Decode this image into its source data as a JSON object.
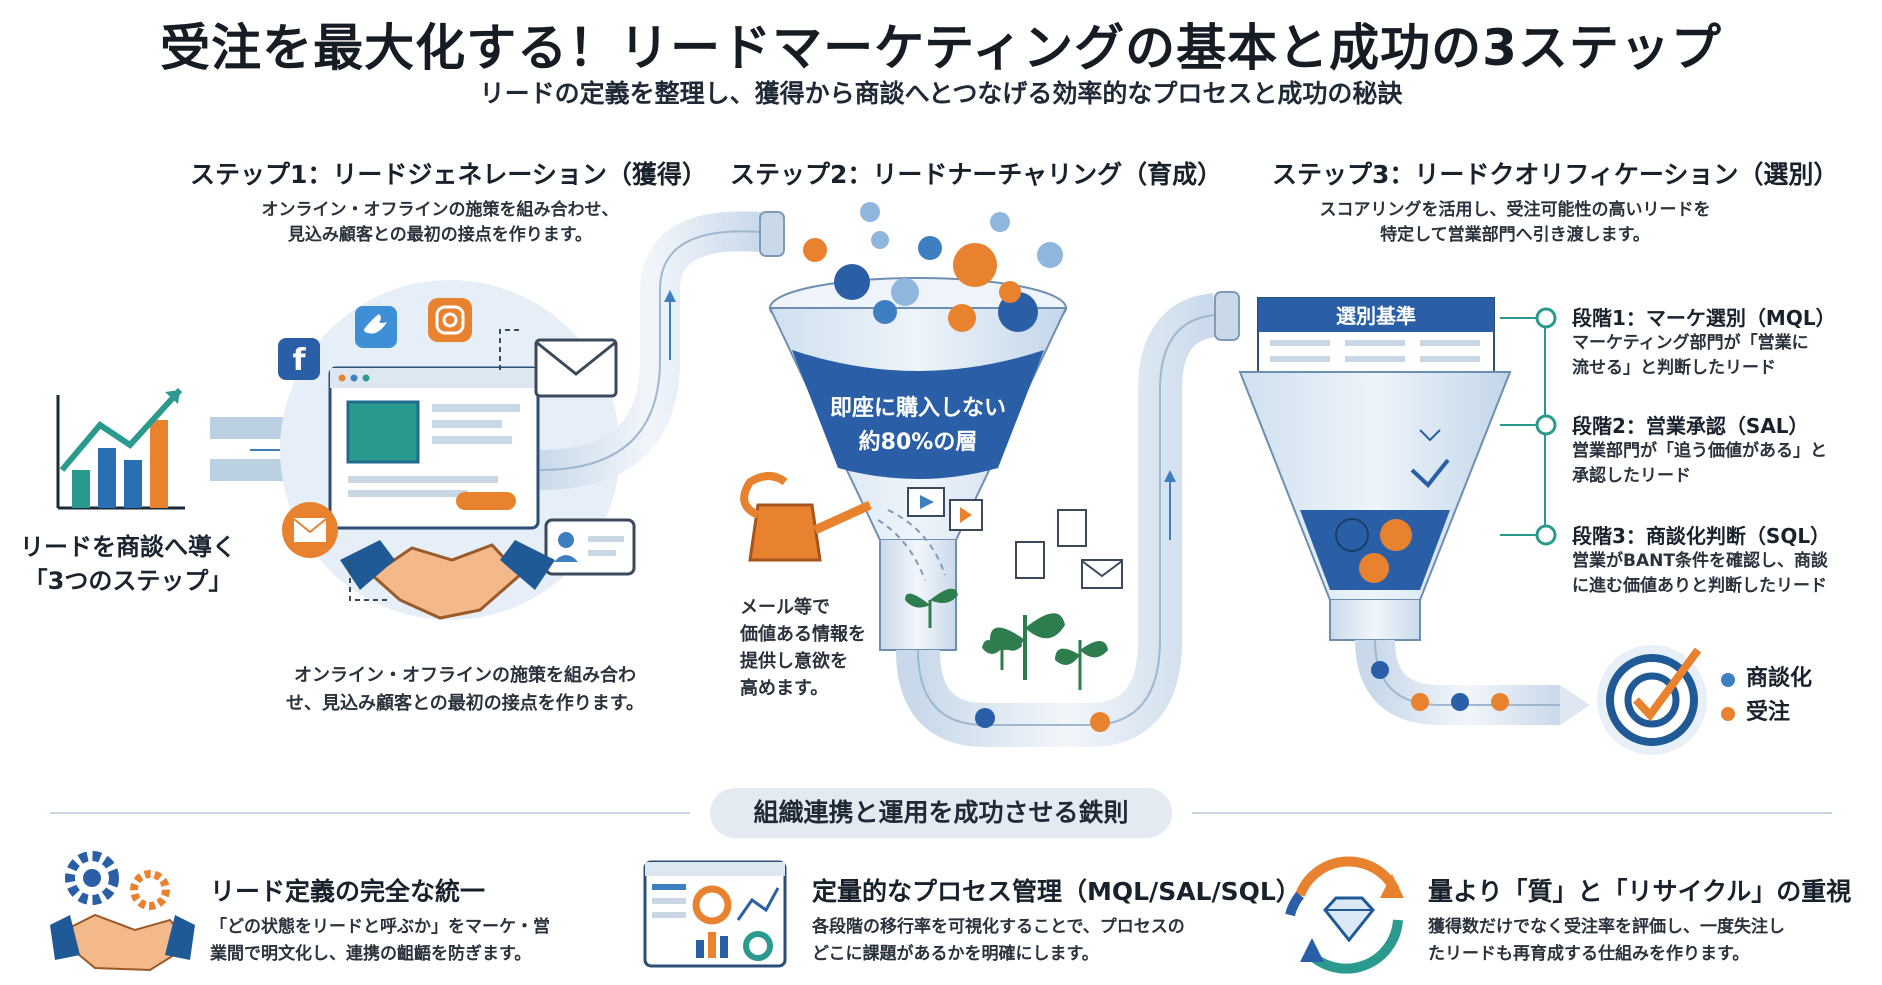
{
  "header": {
    "title": "受注を最大化する！リードマーケティングの基本と成功の3ステップ",
    "subtitle": "リードの定義を整理し、獲得から商談へとつなげる効率的なプロセスと成功の秘訣"
  },
  "side_label": {
    "line1": "リードを商談へ導く",
    "line2": "「3つのステップ」"
  },
  "steps": [
    {
      "heading": "ステップ1：リードジェネレーション（獲得）",
      "desc_top_1": "オンライン・オフラインの施策を組み合わせ、",
      "desc_top_2": "見込み顧客との最初の接点を作ります。",
      "desc_bottom_1": "オンライン・オフラインの施策を組み合わ",
      "desc_bottom_2": "せ、見込み顧客との最初の接点を作ります。"
    },
    {
      "heading": "ステップ2：リードナーチャリング（育成）",
      "funnel_label_1": "即座に購入しない",
      "funnel_label_2": "約80%の層",
      "note_1": "メール等で",
      "note_2": "価値ある情報を",
      "note_3": "提供し意欲を",
      "note_4": "高めます。"
    },
    {
      "heading": "ステップ3：リードクオリフィケーション（選別）",
      "desc_1": "スコアリングを活用し、受注可能性の高いリードを",
      "desc_2": "特定して営業部門へ引き渡します。",
      "table_title": "選別基準"
    }
  ],
  "stages": [
    {
      "heading": "段階1：マーケ選別（MQL）",
      "desc_1": "マーケティング部門が「営業に",
      "desc_2": "流せる」と判断したリード"
    },
    {
      "heading": "段階2：営業承認（SAL）",
      "desc_1": "営業部門が「追う価値がある」と",
      "desc_2": "承認したリード"
    },
    {
      "heading": "段階3：商談化判断（SQL）",
      "desc_1": "営業がBANT条件を確認し、商談",
      "desc_2": "に進む価値ありと判断したリード"
    }
  ],
  "outcome": {
    "item1": "商談化",
    "item2": "受注"
  },
  "rules": {
    "pill": "組織連携と運用を成功させる鉄則",
    "items": [
      {
        "heading": "リード定義の完全な統一",
        "desc_1": "「どの状態をリードと呼ぶか」をマーケ・営",
        "desc_2": "業間で明文化し、連携の齟齬を防ぎます。"
      },
      {
        "heading": "定量的なプロセス管理（MQL/SAL/SQL）",
        "desc_1": "各段階の移行率を可視化することで、プロセスの",
        "desc_2": "どこに課題があるかを明確にします。"
      },
      {
        "heading": "量より「質」と「リサイクル」の重視",
        "desc_1": "獲得数だけでなく受注率を評価し、一度失注し",
        "desc_2": "たリードも再育成する仕組みを作ります。"
      }
    ]
  },
  "colors": {
    "navy": "#1f5a96",
    "blue": "#3e7fc1",
    "orange": "#e8822f",
    "teal": "#2a9a8f",
    "pipe": "#dfe8f2"
  }
}
